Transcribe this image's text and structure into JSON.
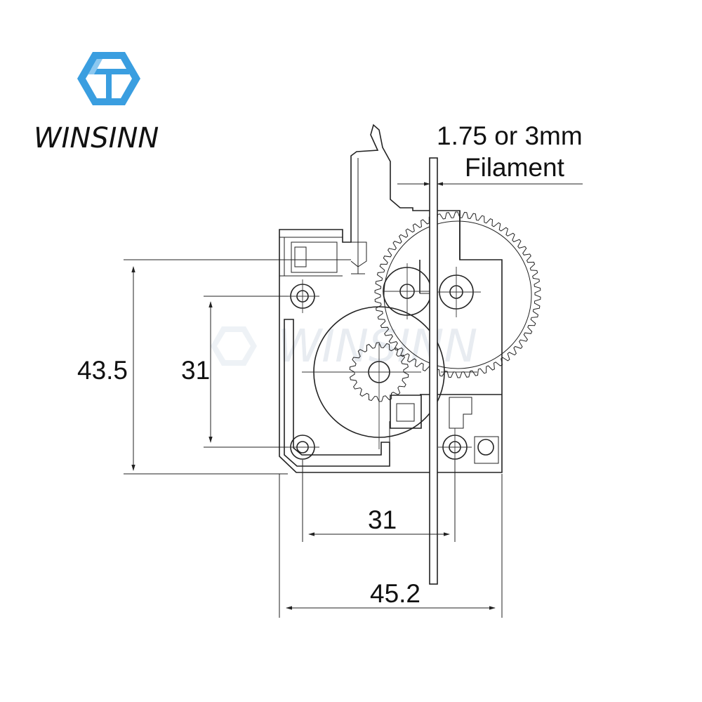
{
  "brand": {
    "name": "WINSINN",
    "logo_colors": [
      "#3a9ee0",
      "#8cc8f0"
    ],
    "watermark_text": "WINSINN"
  },
  "filament_label": {
    "line1": "1.75 or 3mm",
    "line2": "Filament"
  },
  "dimensions": {
    "overall_height": "43.5",
    "hole_spacing_vertical": "31",
    "hole_spacing_horizontal": "31",
    "overall_width": "45.2"
  }
}
